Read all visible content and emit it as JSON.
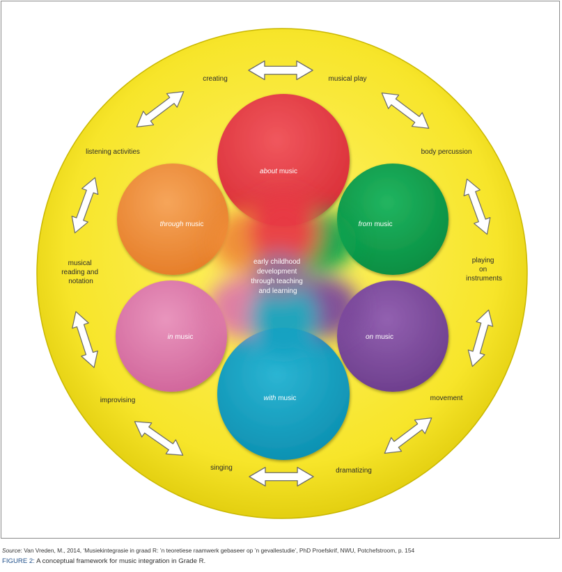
{
  "figure": {
    "label": "FIGURE 2:",
    "caption": "A conceptual framework for music integration in Grade R."
  },
  "source": {
    "prefix": "Source",
    "text": ": Van Vreden, M., 2014, ‘Musiekintegrasie in graad R: ’n teoretiese raamwerk gebaseer op ’n gevallestudie’, PhD Proefskrif, NWU, Potchefstroom, p. 154"
  },
  "colors": {
    "ring": "#f6e62a",
    "ring_edge": "#d9c700",
    "about": "#e83b44",
    "from": "#0fa24f",
    "on": "#7d4a9c",
    "with": "#16a2c2",
    "in": "#de7aa7",
    "through": "#ef8c39",
    "arrow": "#ffffff"
  },
  "center": {
    "lines": [
      "early childhood",
      "development",
      "through teaching",
      "and learning"
    ]
  },
  "petals": [
    {
      "id": "about",
      "em": "about",
      "rest": " music"
    },
    {
      "id": "from",
      "em": "from",
      "rest": " music"
    },
    {
      "id": "on",
      "em": "on",
      "rest": " music"
    },
    {
      "id": "with",
      "em": "with",
      "rest": " music"
    },
    {
      "id": "in",
      "em": "in",
      "rest": " music"
    },
    {
      "id": "through",
      "em": "through",
      "rest": " music"
    }
  ],
  "activities": {
    "creating": [
      "creating"
    ],
    "musical_play": [
      "musical play"
    ],
    "body_percussion": [
      "body percussion"
    ],
    "playing_on_instruments": [
      "playing",
      "on",
      "instruments"
    ],
    "movement": [
      "movement"
    ],
    "dramatizing": [
      "dramatizing"
    ],
    "singing": [
      "singing"
    ],
    "improvising": [
      "improvising"
    ],
    "musical_reading": [
      "musical",
      "reading and",
      "notation"
    ],
    "listening_activities": [
      "listening activities"
    ]
  },
  "icons": {
    "connector": "double-headed-arrow-icon"
  }
}
